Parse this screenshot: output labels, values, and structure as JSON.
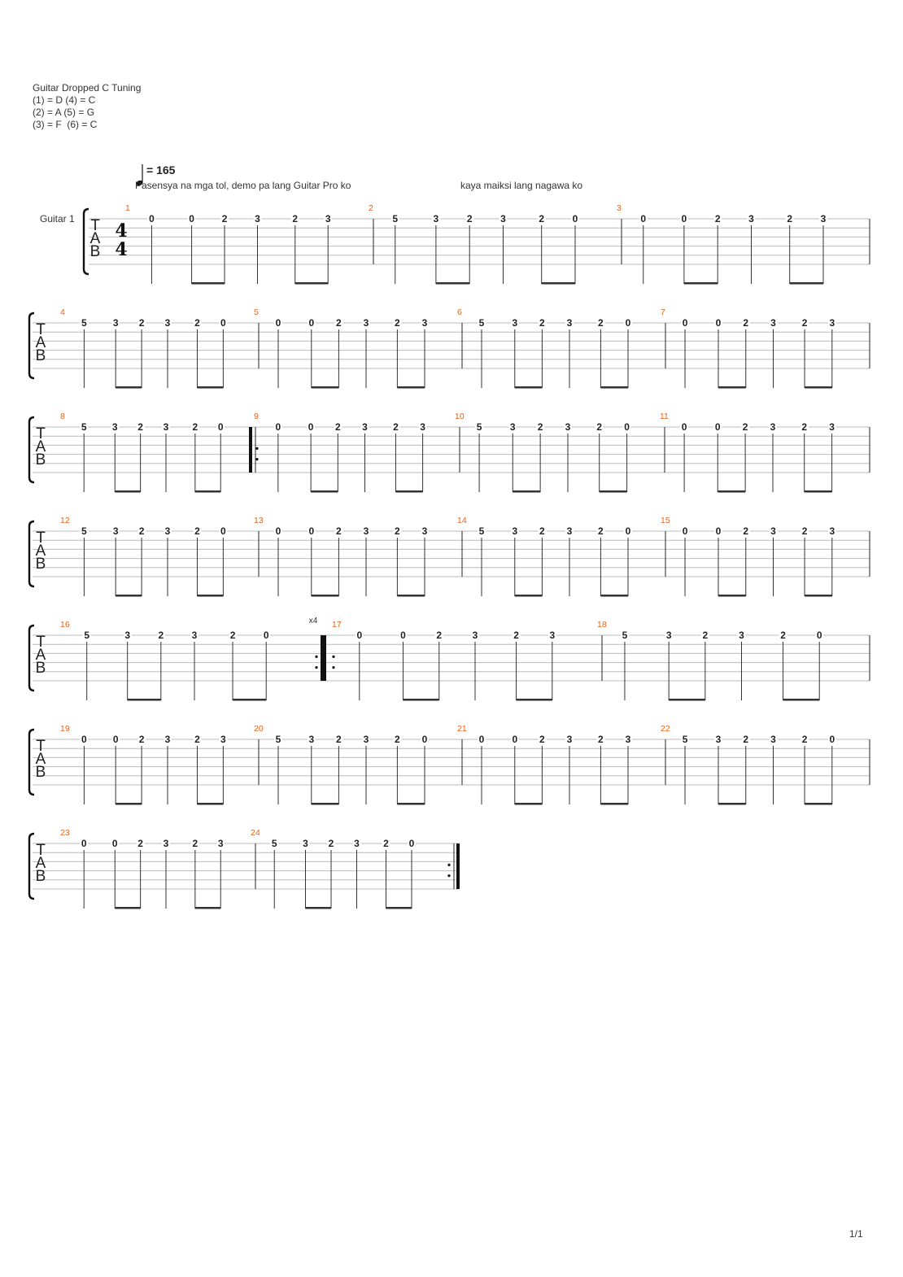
{
  "tuning": {
    "title": "Guitar Dropped C Tuning",
    "lines": [
      "(1) = D (4) = C",
      "(2) = A (5) = G",
      "(3) = F  (6) = C"
    ]
  },
  "tempo": {
    "label": "= 165",
    "bpm": 165
  },
  "annotations": [
    "Pasensya na mga tol, demo pa lang Guitar Pro ko",
    "kaya maiksi lang nagawa ko"
  ],
  "instrument": "Guitar 1",
  "time_signature": {
    "top": "4",
    "bottom": "4"
  },
  "tab_letters": [
    "T",
    "A",
    "B"
  ],
  "repeat_count": "x4",
  "page_number": "1/1",
  "measures": [
    {
      "n": "1",
      "notes": [
        "0",
        "0",
        "2",
        "3",
        "2",
        "3"
      ]
    },
    {
      "n": "2",
      "notes": [
        "5",
        "3",
        "2",
        "3",
        "2",
        "0"
      ]
    },
    {
      "n": "3",
      "notes": [
        "0",
        "0",
        "2",
        "3",
        "2",
        "3"
      ]
    },
    {
      "n": "4",
      "notes": [
        "5",
        "3",
        "2",
        "3",
        "2",
        "0"
      ]
    },
    {
      "n": "5",
      "notes": [
        "0",
        "0",
        "2",
        "3",
        "2",
        "3"
      ]
    },
    {
      "n": "6",
      "notes": [
        "5",
        "3",
        "2",
        "3",
        "2",
        "0"
      ]
    },
    {
      "n": "7",
      "notes": [
        "0",
        "0",
        "2",
        "3",
        "2",
        "3"
      ]
    },
    {
      "n": "8",
      "notes": [
        "5",
        "3",
        "2",
        "3",
        "2",
        "0"
      ]
    },
    {
      "n": "9",
      "notes": [
        "0",
        "0",
        "2",
        "3",
        "2",
        "3"
      ]
    },
    {
      "n": "10",
      "notes": [
        "5",
        "3",
        "2",
        "3",
        "2",
        "0"
      ]
    },
    {
      "n": "11",
      "notes": [
        "0",
        "0",
        "2",
        "3",
        "2",
        "3"
      ]
    },
    {
      "n": "12",
      "notes": [
        "5",
        "3",
        "2",
        "3",
        "2",
        "0"
      ]
    },
    {
      "n": "13",
      "notes": [
        "0",
        "0",
        "2",
        "3",
        "2",
        "3"
      ]
    },
    {
      "n": "14",
      "notes": [
        "5",
        "3",
        "2",
        "3",
        "2",
        "0"
      ]
    },
    {
      "n": "15",
      "notes": [
        "0",
        "0",
        "2",
        "3",
        "2",
        "3"
      ]
    },
    {
      "n": "16",
      "notes": [
        "5",
        "3",
        "2",
        "3",
        "2",
        "0"
      ]
    },
    {
      "n": "17",
      "notes": [
        "0",
        "0",
        "2",
        "3",
        "2",
        "3"
      ]
    },
    {
      "n": "18",
      "notes": [
        "5",
        "3",
        "2",
        "3",
        "2",
        "0"
      ]
    },
    {
      "n": "19",
      "notes": [
        "0",
        "0",
        "2",
        "3",
        "2",
        "3"
      ]
    },
    {
      "n": "20",
      "notes": [
        "5",
        "3",
        "2",
        "3",
        "2",
        "0"
      ]
    },
    {
      "n": "21",
      "notes": [
        "0",
        "0",
        "2",
        "3",
        "2",
        "3"
      ]
    },
    {
      "n": "22",
      "notes": [
        "5",
        "3",
        "2",
        "3",
        "2",
        "0"
      ]
    },
    {
      "n": "23",
      "notes": [
        "0",
        "0",
        "2",
        "3",
        "2",
        "3"
      ]
    },
    {
      "n": "24",
      "notes": [
        "5",
        "3",
        "2",
        "3",
        "2",
        "0"
      ]
    }
  ]
}
